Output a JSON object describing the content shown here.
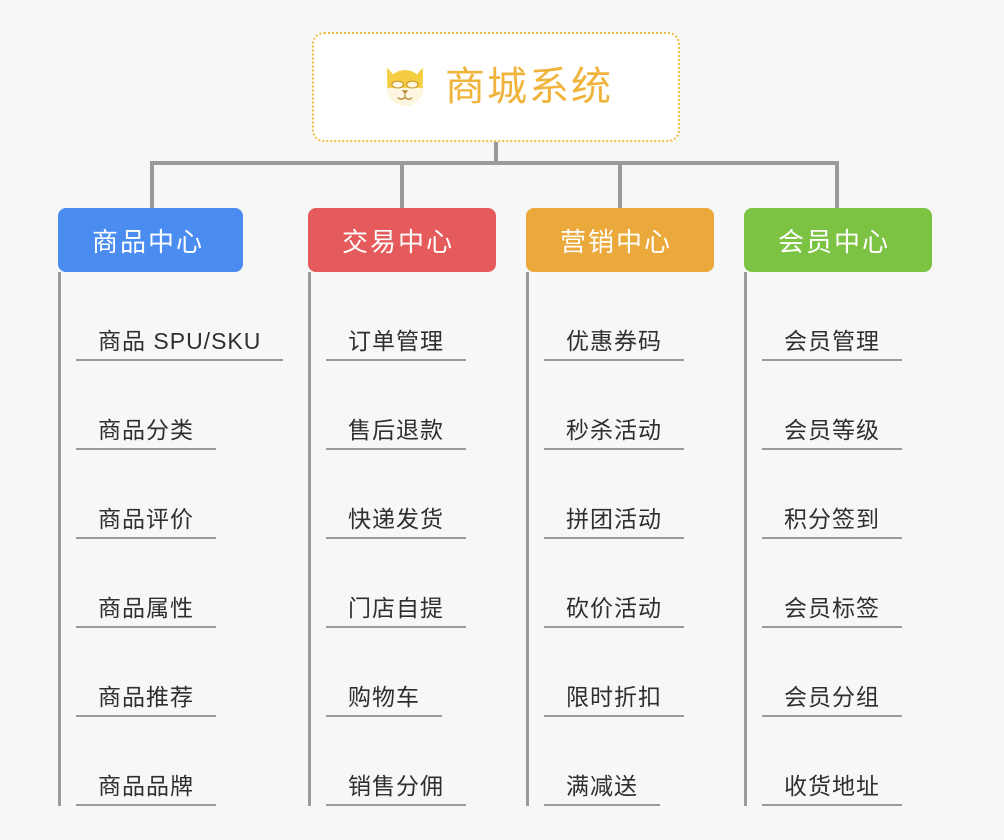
{
  "root": {
    "title": "商城系统",
    "icon": "dog-face-icon",
    "border_color": "#f0b944",
    "title_color": "#f0b33c"
  },
  "connector_color": "#9a9a9a",
  "background_color": "#f7f7f7",
  "branches": [
    {
      "label": "商品中心",
      "color": "#4a8cf0",
      "color_name": "blue",
      "items": [
        "商品 SPU/SKU",
        "商品分类",
        "商品评价",
        "商品属性",
        "商品推荐",
        "商品品牌"
      ]
    },
    {
      "label": "交易中心",
      "color": "#e55a5a",
      "color_name": "red",
      "items": [
        "订单管理",
        "售后退款",
        "快递发货",
        "门店自提",
        "购物车",
        "销售分佣"
      ]
    },
    {
      "label": "营销中心",
      "color": "#eaa93a",
      "color_name": "orange",
      "items": [
        "优惠券码",
        "秒杀活动",
        "拼团活动",
        "砍价活动",
        "限时折扣",
        "满减送"
      ]
    },
    {
      "label": "会员中心",
      "color": "#7cc243",
      "color_name": "green",
      "items": [
        "会员管理",
        "会员等级",
        "积分签到",
        "会员标签",
        "会员分组",
        "收货地址"
      ]
    }
  ]
}
